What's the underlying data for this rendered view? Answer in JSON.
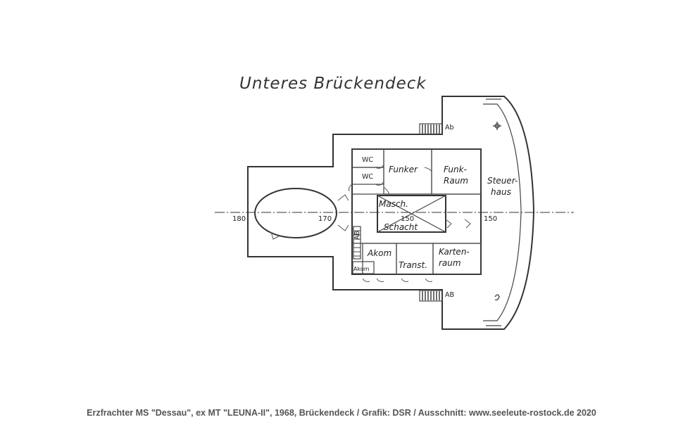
{
  "title": "Unteres Brückendeck",
  "rooms": {
    "wc1": "WC",
    "wc2": "WC",
    "funker": "Funker",
    "funk_raum_1": "Funk-",
    "funk_raum_2": "Raum",
    "steuerhaus_1": "Steuer-",
    "steuerhaus_2": "haus",
    "masch_1": "Masch.",
    "masch_2": "Schacht",
    "akom": "Akom",
    "akom_small": "Akom",
    "transf": "Transt.",
    "kartenraum_1": "Karten-",
    "kartenraum_2": "raum"
  },
  "stairs": {
    "top": "Ab",
    "bottom": "AB",
    "side": "AB"
  },
  "frames": {
    "f180": "180",
    "f170": "170",
    "f160": "150",
    "f150": "150"
  },
  "caption": "Erzfrachter MS \"Dessau\", ex MT \"LEUNA-II\", 1968, Brückendeck / Grafik: DSR / Ausschnitt: www.seeleute-rostock.de 2020"
}
